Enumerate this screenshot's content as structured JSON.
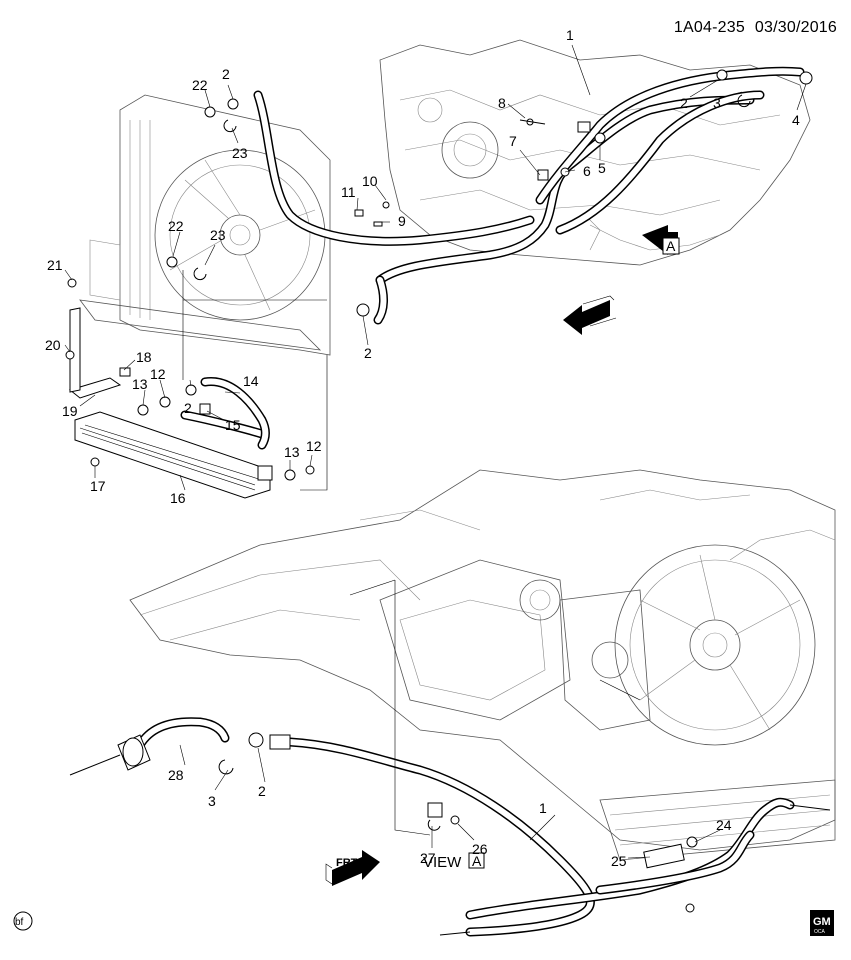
{
  "header": {
    "diagram_id": "1A04-235",
    "date": "03/30/2016"
  },
  "view_label": "VIEW",
  "view_letter": "A",
  "view_arrow_letter": "A",
  "frt_label": "FRT",
  "bottom_left_badge": "bf",
  "logo": {
    "line1": "GM",
    "line2": "OCA"
  },
  "callouts": [
    "1",
    "2",
    "3",
    "4",
    "5",
    "6",
    "7",
    "8",
    "9",
    "10",
    "11",
    "12",
    "13",
    "14",
    "15",
    "16",
    "17",
    "18",
    "19",
    "20",
    "21",
    "22",
    "23",
    "24",
    "25",
    "26",
    "27",
    "28"
  ]
}
